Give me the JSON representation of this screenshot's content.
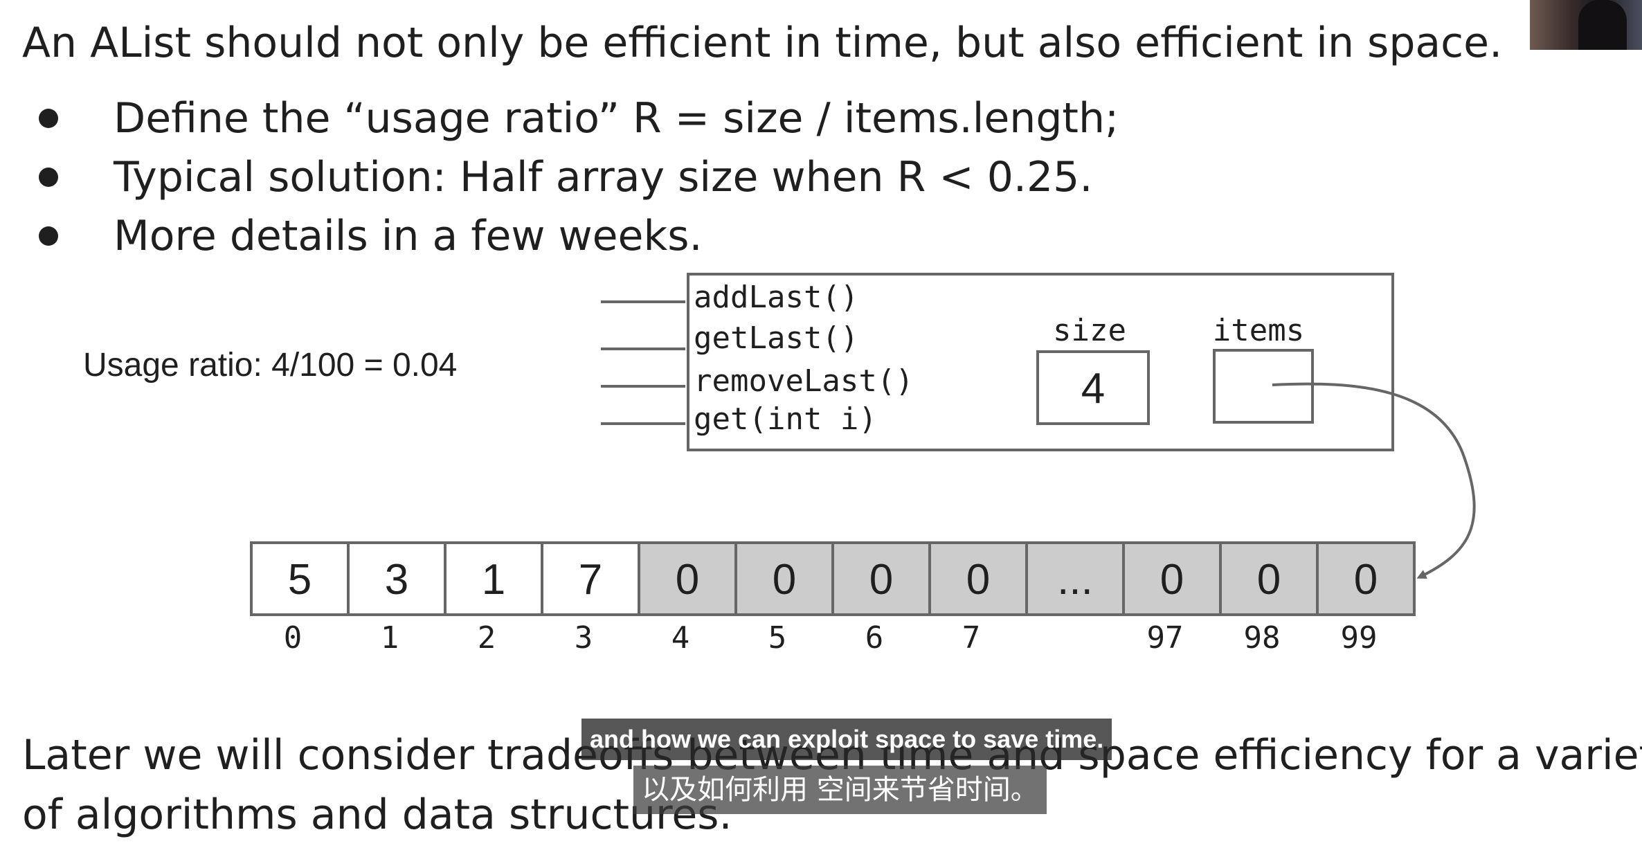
{
  "heading": "An AList should not only be efficient in time, but also efficient in space.",
  "bullets": [
    "Define the “usage ratio” R = size / items.length;",
    "Typical solution: Half array size when R < 0.25.",
    "More details in a few weeks."
  ],
  "usage_ratio": "Usage ratio: 4/100 = 0.04",
  "alist_box": {
    "methods": [
      "addLast()",
      "getLast()",
      "removeLast()",
      "get(int i)"
    ],
    "size_label": "size",
    "size_value": "4",
    "items_label": "items"
  },
  "array": {
    "cells": [
      {
        "value": "5",
        "filled": true
      },
      {
        "value": "3",
        "filled": true
      },
      {
        "value": "1",
        "filled": true
      },
      {
        "value": "7",
        "filled": true
      },
      {
        "value": "0",
        "filled": false
      },
      {
        "value": "0",
        "filled": false
      },
      {
        "value": "0",
        "filled": false
      },
      {
        "value": "0",
        "filled": false
      },
      {
        "value": "...",
        "filled": false
      },
      {
        "value": "0",
        "filled": false
      },
      {
        "value": "0",
        "filled": false
      },
      {
        "value": "0",
        "filled": false
      }
    ],
    "indices": [
      "0",
      "1",
      "2",
      "3",
      "4",
      "5",
      "6",
      "7",
      "",
      "97",
      "98",
      "99"
    ]
  },
  "bottom_text": {
    "line1": "Later we will consider tradeoffs between time and space efficiency for a variety",
    "line2": "of algorithms and data structures."
  },
  "captions": {
    "english": "and how we can exploit space to save time.",
    "chinese": "以及如何利用 空间来节省时间。"
  },
  "colors": {
    "empty_cell": "#cccccc",
    "filled_cell": "#ffffff",
    "line": "#666666",
    "caption_bg": "#2a2a2a"
  }
}
